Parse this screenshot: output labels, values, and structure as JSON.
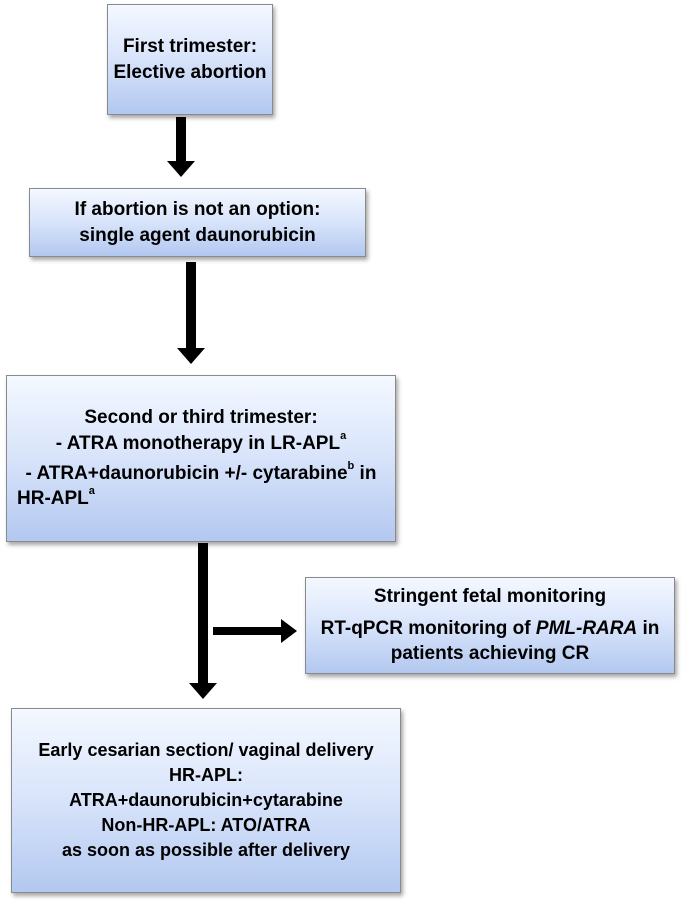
{
  "box1": {
    "line1": "First trimester:",
    "line2": "Elective abortion"
  },
  "box2": {
    "line1": "If abortion is not an option:",
    "line2": "single agent daunorubicin"
  },
  "box3": {
    "line1": "Second or third trimester:",
    "line2": "- ATRA monotherapy in LR-APL",
    "line2_sup": "a",
    "line3_pre": "- ATRA+daunorubicin +/- cytarabine",
    "line3_sup": "b",
    "line3_post": " in",
    "line4": "HR-APL",
    "line4_sup": "a"
  },
  "side_box": {
    "line1": "Stringent fetal monitoring",
    "line2_pre": "RT-qPCR monitoring of ",
    "line2_italic": "PML-RARA",
    "line2_post": " in",
    "line3": "patients achieving CR"
  },
  "box4": {
    "line1": "Early cesarian section/ vaginal  delivery",
    "line2": "HR-APL:",
    "line3": "ATRA+daunorubicin+cytarabine",
    "line4": "Non-HR-APL: ATO/ATRA",
    "line5": "as soon as possible after delivery"
  },
  "colors": {
    "box_top": "#f4f8ff",
    "box_bottom": "#b3c8f0",
    "arrow": "#000000"
  }
}
